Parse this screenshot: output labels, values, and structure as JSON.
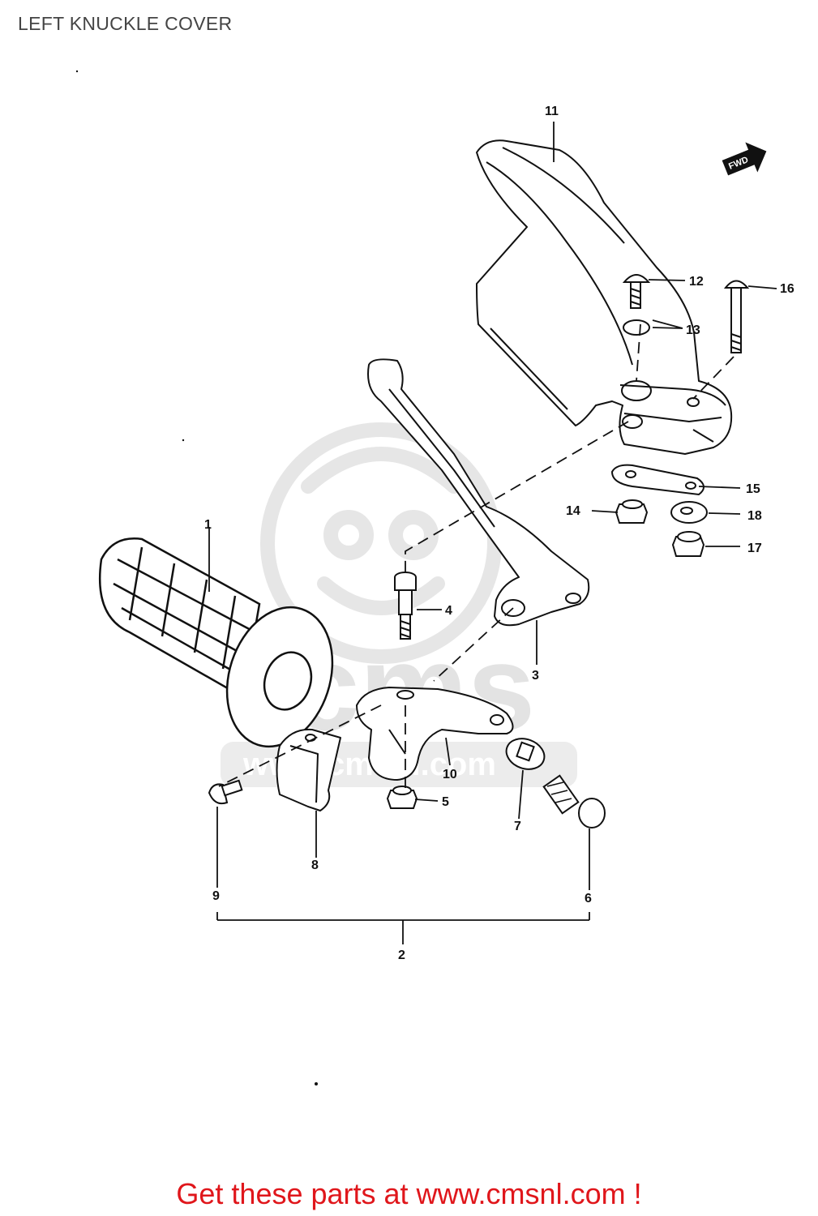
{
  "title": "LEFT KNUCKLE COVER",
  "footer": "Get these parts at www.cmsnl.com !",
  "direction_badge": "FWD",
  "watermark": {
    "brand": "cms",
    "url": "www.cmsnl.com"
  },
  "callouts": {
    "c1": "1",
    "c2": "2",
    "c3": "3",
    "c4": "4",
    "c5": "5",
    "c6": "6",
    "c7": "7",
    "c8": "8",
    "c9": "9",
    "c10": "10",
    "c11": "11",
    "c12": "12",
    "c13": "13",
    "c14": "14",
    "c15": "15",
    "c16": "16",
    "c17": "17",
    "c18": "18"
  },
  "colors": {
    "footer": "#e0161b",
    "title": "#444444",
    "lines": "#111111",
    "watermark": "#e3e3e3"
  }
}
